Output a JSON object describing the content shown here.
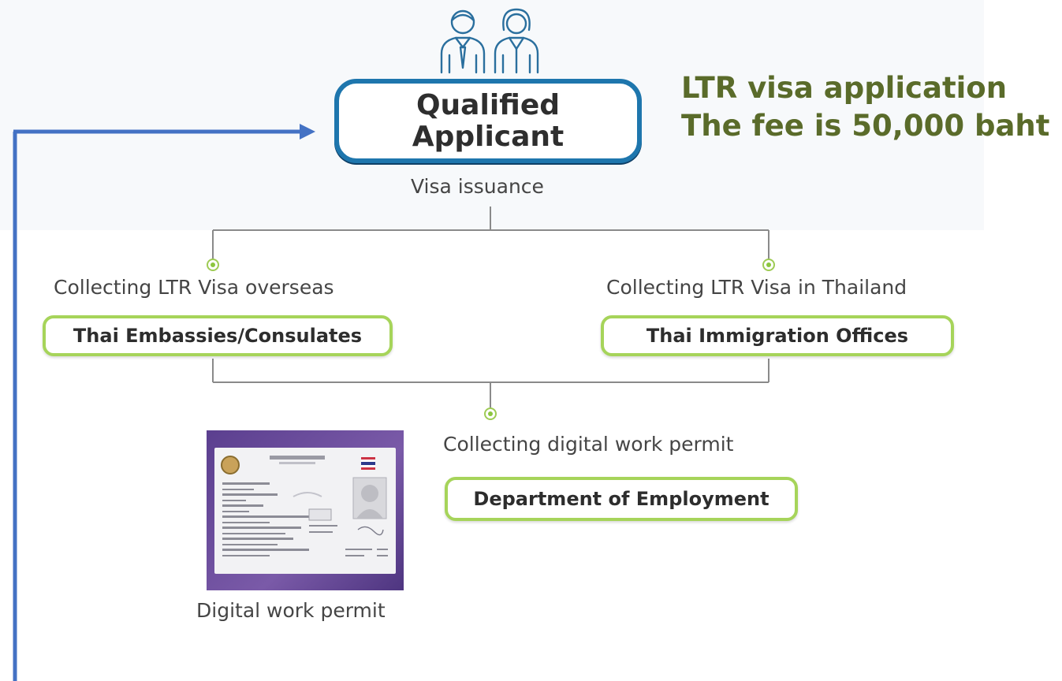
{
  "applicant": {
    "box_line1": "Qualified",
    "box_line2": "Applicant"
  },
  "note": {
    "line1": "LTR visa application",
    "line2": "The fee is 50,000 baht"
  },
  "visa_issuance": "Visa issuance",
  "overseas": {
    "caption": "Collecting LTR Visa overseas",
    "box": "Thai Embassies/Consulates"
  },
  "thailand": {
    "caption": "Collecting LTR Visa in Thailand",
    "box": "Thai Immigration Offices"
  },
  "work_permit": {
    "caption": "Collecting digital work permit",
    "box": "Department of Employment",
    "image_caption": "Digital work permit"
  },
  "colors": {
    "blue_box": "#1e76ad",
    "arrow": "#4472c4",
    "green_border": "#a6d45a",
    "note_text": "#5a6b2a"
  },
  "icons": [
    "businessman-icon",
    "businesswoman-icon",
    "work-permit-card-image"
  ]
}
